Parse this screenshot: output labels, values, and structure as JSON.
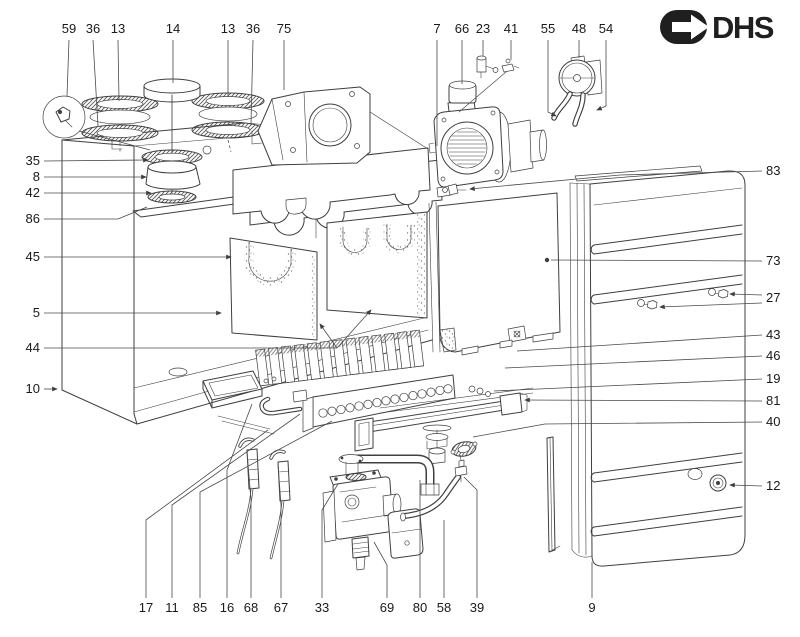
{
  "brand": {
    "logo_text": "DHS",
    "logo_icon": "arrow-right-in-stadium"
  },
  "diagram_type": "exploded-parts-diagram",
  "callouts": {
    "top": [
      "59",
      "36",
      "13",
      "14",
      "13",
      "36",
      "75"
    ],
    "fan_group": [
      "7",
      "66",
      "23",
      "41"
    ],
    "switch_group": [
      "55",
      "48",
      "54"
    ],
    "left": [
      "35",
      "8",
      "42",
      "86",
      "45",
      "5",
      "44",
      "10"
    ],
    "right": [
      "83",
      "73",
      "27",
      "43",
      "46",
      "19",
      "81",
      "40",
      "12"
    ],
    "bottom": [
      "17",
      "11",
      "85",
      "16",
      "68",
      "67",
      "33",
      "69",
      "80",
      "58",
      "39",
      "9"
    ]
  },
  "palette": {
    "line": "#3f3f3f",
    "label": "#1a1a1a",
    "background": "#ffffff",
    "logo": "#1f1f1f"
  }
}
